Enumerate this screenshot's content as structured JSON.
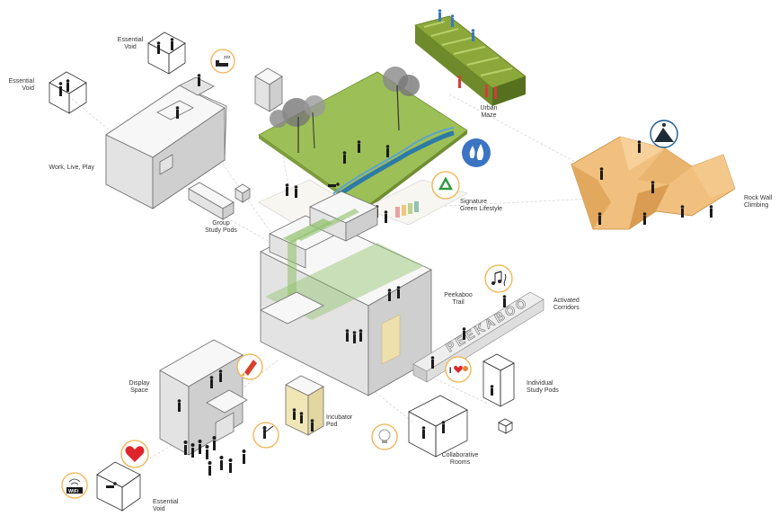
{
  "labels": {
    "essential_void_top": "Essential\nVoid",
    "essential_void_left": "Essential\nVoid",
    "work_live_play": "Work, Live, Play",
    "group_study_pods": "Group\nStudy Pods",
    "urban_maze": "Urban\nMaze",
    "signature_green_lifestyle": "Signature\nGreen Lifestyle",
    "rock_wall_climbing": "Rock Wall\nClimbing",
    "peekaboo_trail": "Peekaboo\nTrail",
    "activated_corridors": "Activated\nCorridors",
    "display_space": "Display\nSpace",
    "individual_study_pods": "Individual\nStudy Pods",
    "incubator_pod": "Incubator\nPod",
    "collaborative_rooms": "Collaborative\nRooms",
    "essential_void_bottom": "Essential\nVoid"
  },
  "badges": {
    "sleep": "zzz",
    "wifi": "WiFi",
    "love_heart": "I",
    "corridor_text": "PEEKABOO"
  },
  "icons": [
    "sleep-icon",
    "recycle-icon",
    "water-drop-icon",
    "music-notes-icon",
    "rocket-icon",
    "i-love-icon",
    "heart-icon",
    "wifi-icon",
    "light-bulb-icon",
    "climber-icon",
    "presenter-icon"
  ],
  "colors": {
    "lawn": "#9dbf57",
    "maze": "#8ca83b",
    "river": "#2c7aa8",
    "trail": "#8fc16a",
    "rock": "#f1c07e",
    "badge_ring": "#f2b14c",
    "heart": "#e0242b",
    "drop": "#3c74c4",
    "recycle": "#2e9b3c"
  }
}
